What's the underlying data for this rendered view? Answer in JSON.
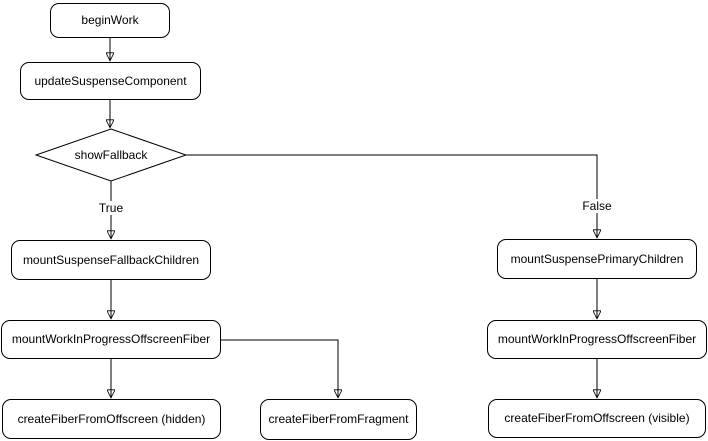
{
  "diagram": {
    "type": "flowchart",
    "background_color": "#ffffff",
    "stroke_color": "#000000",
    "node_fill_color": "#ffffff",
    "text_color": "#000000",
    "nodes": [
      {
        "id": "beginWork",
        "label": "beginWork",
        "shape": "rounded-rect"
      },
      {
        "id": "updateSuspenseComponent",
        "label": "updateSuspenseComponent",
        "shape": "rounded-rect"
      },
      {
        "id": "showFallback",
        "label": "showFallback",
        "shape": "diamond"
      },
      {
        "id": "mountSuspenseFallbackChildren",
        "label": "mountSuspenseFallbackChildren",
        "shape": "rounded-rect"
      },
      {
        "id": "mountSuspensePrimaryChildren",
        "label": "mountSuspensePrimaryChildren",
        "shape": "rounded-rect"
      },
      {
        "id": "mountWorkInProgressOffscreenFiber-left",
        "label": "mountWorkInProgressOffscreenFiber",
        "shape": "rounded-rect"
      },
      {
        "id": "mountWorkInProgressOffscreenFiber-right",
        "label": "mountWorkInProgressOffscreenFiber",
        "shape": "rounded-rect"
      },
      {
        "id": "createFiberFromOffscreen-hidden",
        "label": "createFiberFromOffscreen (hidden)",
        "shape": "rounded-rect"
      },
      {
        "id": "createFiberFromFragment",
        "label": "createFiberFromFragment",
        "shape": "rounded-rect"
      },
      {
        "id": "createFiberFromOffscreen-visible",
        "label": "createFiberFromOffscreen (visible)",
        "shape": "rounded-rect"
      }
    ],
    "edges": [
      {
        "from": "beginWork",
        "to": "updateSuspenseComponent",
        "label": ""
      },
      {
        "from": "updateSuspenseComponent",
        "to": "showFallback",
        "label": ""
      },
      {
        "from": "showFallback",
        "to": "mountSuspenseFallbackChildren",
        "label": "True"
      },
      {
        "from": "showFallback",
        "to": "mountSuspensePrimaryChildren",
        "label": "False"
      },
      {
        "from": "mountSuspenseFallbackChildren",
        "to": "mountWorkInProgressOffscreenFiber-left",
        "label": ""
      },
      {
        "from": "mountWorkInProgressOffscreenFiber-left",
        "to": "createFiberFromOffscreen-hidden",
        "label": ""
      },
      {
        "from": "mountWorkInProgressOffscreenFiber-left",
        "to": "createFiberFromFragment",
        "label": ""
      },
      {
        "from": "mountSuspensePrimaryChildren",
        "to": "mountWorkInProgressOffscreenFiber-right",
        "label": ""
      },
      {
        "from": "mountWorkInProgressOffscreenFiber-right",
        "to": "createFiberFromOffscreen-visible",
        "label": ""
      }
    ]
  }
}
